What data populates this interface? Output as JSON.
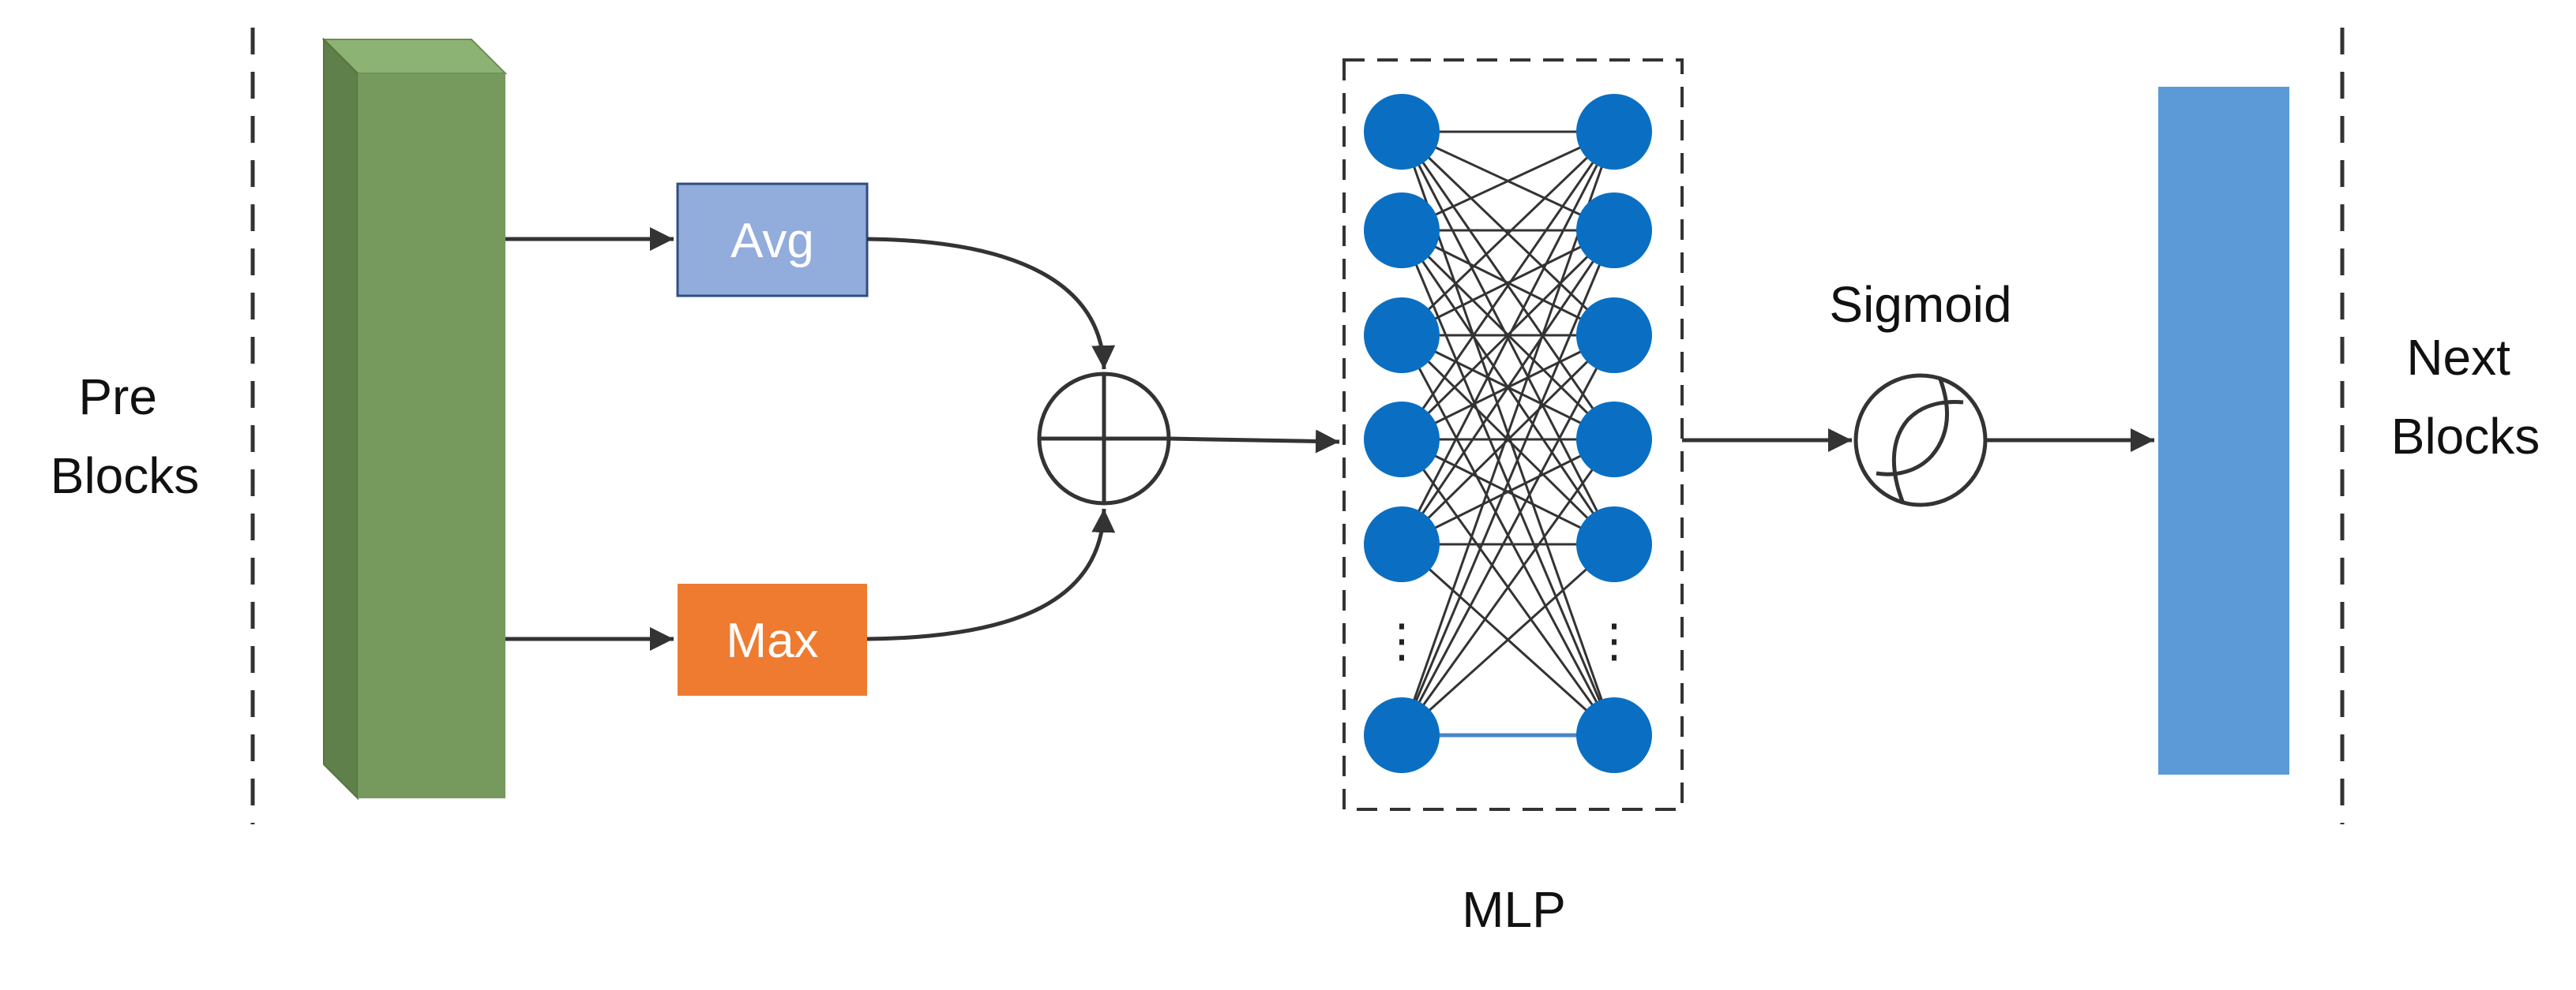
{
  "labels": {
    "pre_blocks_line1": "Pre",
    "pre_blocks_line2": "Blocks",
    "next_blocks_line1": "Next",
    "next_blocks_line2": "Blocks",
    "avg": "Avg",
    "max": "Max",
    "sigmoid": "Sigmoid",
    "mlp": "MLP",
    "ellipsis_left": "⋮",
    "ellipsis_right": "⋮"
  },
  "colors": {
    "input_block": "#76995e",
    "input_block_top": "#8db374",
    "input_block_side": "#5f804a",
    "avg_box": "#92acdc",
    "max_box": "#ee7b30",
    "neuron": "#0a6fc2",
    "output_block": "#5b9ad6",
    "line": "#333333"
  },
  "icons": {
    "sum": "circle-plus-icon",
    "sigmoid": "sigmoid-curve-icon"
  }
}
